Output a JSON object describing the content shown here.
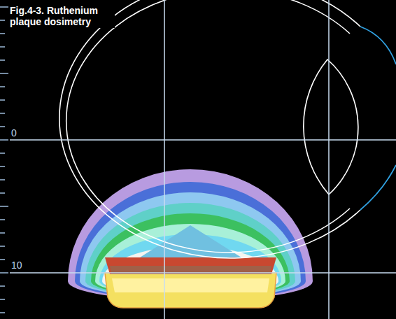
{
  "diagram": {
    "caption": "Fig.4-3. Ruthenium plaque dosimetry",
    "labels": [
      "0",
      "10"
    ]
  }
}
